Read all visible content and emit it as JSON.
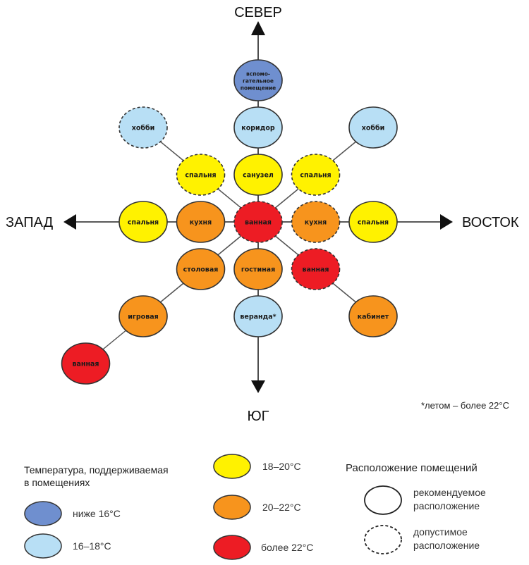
{
  "directions": {
    "north": "СЕВЕР",
    "south": "ЮГ",
    "west": "ЗАПАД",
    "east": "ВОСТОК"
  },
  "colors": {
    "below_16": "#6f8fcf",
    "16_18": "#b8dff5",
    "18_20": "#fff200",
    "20_22": "#f7941d",
    "above_22": "#ed1c24",
    "border": "#333333"
  },
  "nodes": [
    {
      "id": "utility",
      "label_lines": [
        "вспомо-",
        "гательное",
        "помещение"
      ],
      "temp": "below_16",
      "placement": "recommended",
      "col": 0,
      "row": -3
    },
    {
      "id": "corridor",
      "label_lines": [
        "коридор"
      ],
      "temp": "16_18",
      "placement": "recommended",
      "col": 0,
      "row": -2
    },
    {
      "id": "hobby-west",
      "label_lines": [
        "хобби"
      ],
      "temp": "16_18",
      "placement": "allowed",
      "col": -2,
      "row": -2
    },
    {
      "id": "hobby-east",
      "label_lines": [
        "хобби"
      ],
      "temp": "16_18",
      "placement": "recommended",
      "col": 2,
      "row": -2
    },
    {
      "id": "bedroom-northwest",
      "label_lines": [
        "спальня"
      ],
      "temp": "18_20",
      "placement": "allowed",
      "col": -1,
      "row": -1
    },
    {
      "id": "wc",
      "label_lines": [
        "санузел"
      ],
      "temp": "18_20",
      "placement": "recommended",
      "col": 0,
      "row": -1
    },
    {
      "id": "bedroom-northeast",
      "label_lines": [
        "спальня"
      ],
      "temp": "18_20",
      "placement": "allowed",
      "col": 1,
      "row": -1
    },
    {
      "id": "bedroom-west",
      "label_lines": [
        "спальня"
      ],
      "temp": "18_20",
      "placement": "recommended",
      "col": -2,
      "row": 0
    },
    {
      "id": "kitchen-west",
      "label_lines": [
        "кухня"
      ],
      "temp": "20_22",
      "placement": "recommended",
      "col": -1,
      "row": 0
    },
    {
      "id": "bathroom-center",
      "label_lines": [
        "ванная"
      ],
      "temp": "above_22",
      "placement": "allowed",
      "col": 0,
      "row": 0
    },
    {
      "id": "kitchen-east",
      "label_lines": [
        "кухня"
      ],
      "temp": "20_22",
      "placement": "allowed",
      "col": 1,
      "row": 0
    },
    {
      "id": "bedroom-east",
      "label_lines": [
        "спальня"
      ],
      "temp": "18_20",
      "placement": "recommended",
      "col": 2,
      "row": 0
    },
    {
      "id": "dining",
      "label_lines": [
        "столовая"
      ],
      "temp": "20_22",
      "placement": "recommended",
      "col": -1,
      "row": 1
    },
    {
      "id": "living",
      "label_lines": [
        "гостиная"
      ],
      "temp": "20_22",
      "placement": "recommended",
      "col": 0,
      "row": 1
    },
    {
      "id": "bathroom-southeast",
      "label_lines": [
        "ванная"
      ],
      "temp": "above_22",
      "placement": "allowed",
      "col": 1,
      "row": 1
    },
    {
      "id": "playroom",
      "label_lines": [
        "игровая"
      ],
      "temp": "20_22",
      "placement": "recommended",
      "col": -2,
      "row": 2
    },
    {
      "id": "veranda",
      "label_lines": [
        "веранда*"
      ],
      "temp": "16_18",
      "placement": "recommended",
      "col": 0,
      "row": 2
    },
    {
      "id": "study",
      "label_lines": [
        "кабинет"
      ],
      "temp": "20_22",
      "placement": "recommended",
      "col": 2,
      "row": 2
    },
    {
      "id": "bathroom-southwest",
      "label_lines": [
        "ванная"
      ],
      "temp": "above_22",
      "placement": "recommended",
      "col": -3,
      "row": 3
    }
  ],
  "footnote": "*летом – более 22°С",
  "legend_temperature": {
    "title_line1": "Температура, поддерживаемая",
    "title_line2": "в помещениях",
    "items": [
      {
        "temp": "below_16",
        "label": "ниже 16°С"
      },
      {
        "temp": "16_18",
        "label": "16–18°С"
      },
      {
        "temp": "18_20",
        "label": "18–20°С"
      },
      {
        "temp": "20_22",
        "label": "20–22°С"
      },
      {
        "temp": "above_22",
        "label": "более 22°С"
      }
    ]
  },
  "legend_placement": {
    "title": "Расположение помещений",
    "recommended_line1": "рекомендуемое",
    "recommended_line2": "расположение",
    "allowed_line1": "допустимое",
    "allowed_line2": "расположение"
  }
}
